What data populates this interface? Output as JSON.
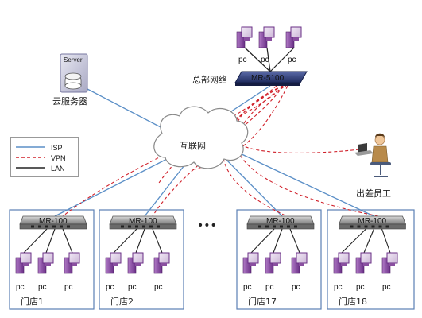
{
  "headquarters": {
    "label": "总部网络",
    "router": "MR-5100",
    "pc_labels": [
      "pc",
      "pc",
      "pc"
    ]
  },
  "cloud_server": {
    "badge": "Server",
    "label": "云服务器"
  },
  "internet": {
    "label": "互联网"
  },
  "mobile_employee": {
    "label": "出差员工"
  },
  "legend": {
    "items": [
      {
        "label": "ISP",
        "color": "#5b8fc7",
        "style": "solid"
      },
      {
        "label": "VPN",
        "color": "#d0202a",
        "style": "dashed"
      },
      {
        "label": "LAN",
        "color": "#222222",
        "style": "solid"
      }
    ]
  },
  "ellipsis": "•••",
  "stores": [
    {
      "name": "门店1",
      "router": "MR-100",
      "pc_labels": [
        "pc",
        "pc",
        "pc"
      ]
    },
    {
      "name": "门店2",
      "router": "MR-100",
      "pc_labels": [
        "pc",
        "pc",
        "pc"
      ]
    },
    {
      "name": "门店17",
      "router": "MR-100",
      "pc_labels": [
        "pc",
        "pc",
        "pc"
      ]
    },
    {
      "name": "门店18",
      "router": "MR-100",
      "pc_labels": [
        "pc",
        "pc",
        "pc"
      ]
    }
  ],
  "colors": {
    "isp": "#5b8fc7",
    "vpn": "#d0202a",
    "lan": "#222222",
    "pc": "#8a4fa0",
    "store_border": "#5a7fb5",
    "router_hq": "#2e3f7a",
    "router_store": "#8e8e8e"
  }
}
